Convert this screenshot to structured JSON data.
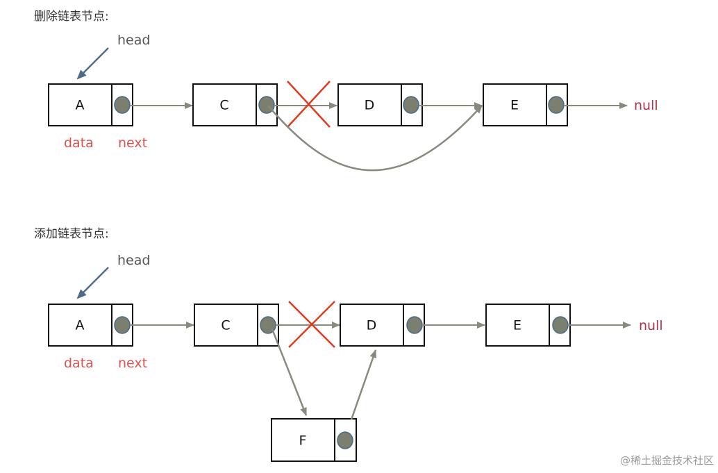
{
  "sections": [
    {
      "title": "删除链表节点:",
      "head_label": "head",
      "data_label": "data",
      "next_label": "next",
      "null_label": "null",
      "nodes": [
        "A",
        "C",
        "D",
        "E"
      ]
    },
    {
      "title": "添加链表节点:",
      "head_label": "head",
      "data_label": "data",
      "next_label": "next",
      "null_label": "null",
      "nodes": [
        "A",
        "C",
        "D",
        "E"
      ],
      "inserted_node": "F"
    }
  ],
  "watermark": "@稀土掘金技术社区",
  "colors": {
    "arrow": "#888a80",
    "pointer_dot": "#7a7f6e",
    "pointer_dot_border": "#4a6a8a",
    "head_arrow": "#4f6b8a",
    "cross": "#e0391e",
    "label_red": "#d9534f",
    "null_red": "#b0334a"
  }
}
